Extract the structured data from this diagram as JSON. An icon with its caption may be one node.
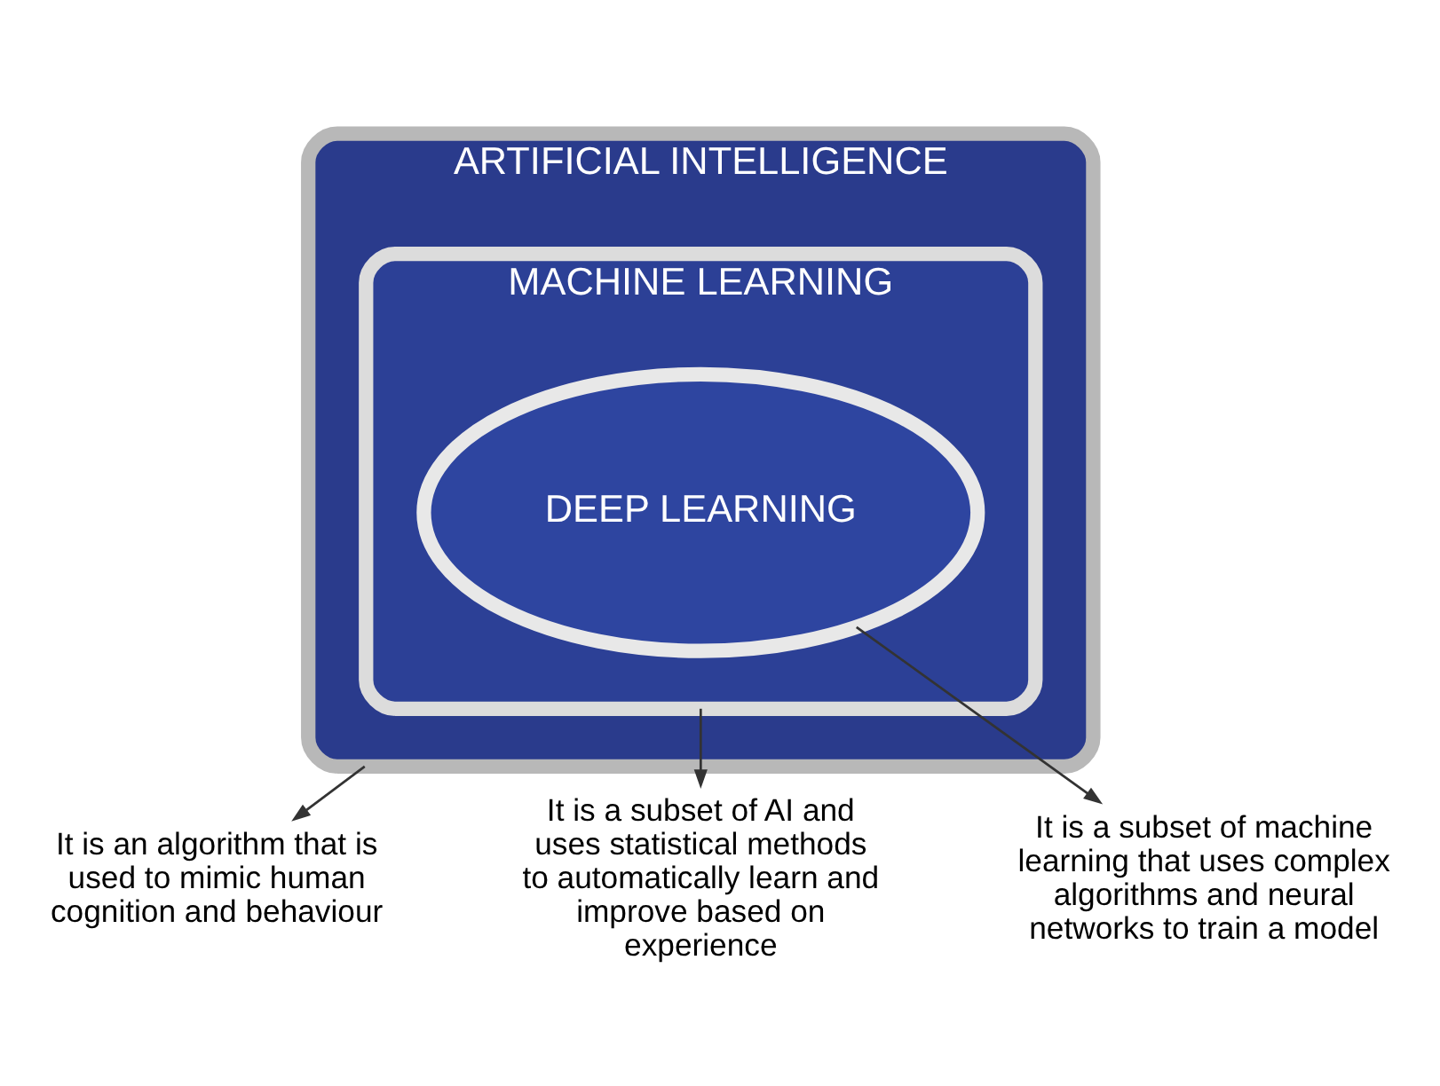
{
  "diagram": {
    "nodes": [
      {
        "text": [
          "ARTIFICIAL INTELLIGENCE"
        ]
      },
      {
        "text": [
          "MACHINE LEARNING"
        ],
        "in": 0
      },
      {
        "text": [
          "DEEP LEARNING"
        ],
        "in": 1
      },
      {
        "text": [
          "It is an algorithm that is used to mimic human cognition and behaviour"
        ]
      },
      {
        "text": [
          "It is a subset of AI and uses statistical methods to automatically learn and improve based on experience"
        ]
      },
      {
        "text": [
          "It is a subset of machine learning that uses complex algorithms and neural networks to train a model"
        ]
      }
    ],
    "edges": [
      {
        "from": 0,
        "to": 3,
        "arrow": "to"
      },
      {
        "from": 1,
        "to": 4,
        "arrow": "to"
      },
      {
        "from": 2,
        "to": 5,
        "arrow": "to"
      }
    ]
  }
}
